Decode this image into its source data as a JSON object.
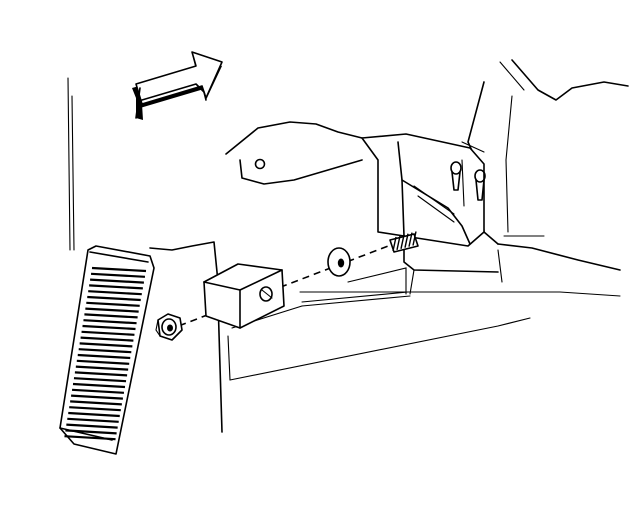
{
  "diagram": {
    "parts": [
      {
        "id": "direction-arrow",
        "icon": "forward-arrow-icon"
      },
      {
        "id": "floor-pedal",
        "icon": "ribbed-pedal-pad"
      },
      {
        "id": "mounting-block",
        "icon": "wedge-block"
      },
      {
        "id": "retaining-nut",
        "icon": "hex-nut"
      },
      {
        "id": "washer",
        "icon": "flat-washer"
      },
      {
        "id": "threaded-stud",
        "icon": "threaded-stud"
      },
      {
        "id": "support-bracket",
        "icon": "slotted-bracket"
      }
    ],
    "line_color": "#000000",
    "background": "#ffffff"
  }
}
